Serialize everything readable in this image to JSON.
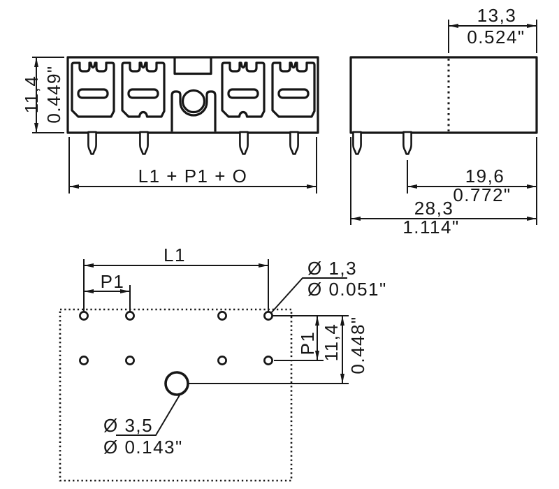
{
  "drawing_title": "connector-dimension-drawing",
  "colors": {
    "ink": "#161616",
    "background": "#ffffff"
  },
  "front_view": {
    "height_mm": "11,4",
    "height_in": "0.449\"",
    "width_formula": "L1 + P1 + O"
  },
  "side_view": {
    "edge_offset_mm": "13,3",
    "edge_offset_in": "0.524\"",
    "pin_to_edge_mm": "19,6",
    "pin_to_edge_in": "0.772\"",
    "depth_mm": "28,3",
    "depth_in": "1.114\""
  },
  "drill_plan": {
    "l1_label": "L1",
    "p1_label": "P1",
    "p1_vertical_label": "P1",
    "row_offset_mm": "11,4",
    "row_offset_in": "0.448\"",
    "pin_hole_dia_mm": "Ø 1,3",
    "pin_hole_dia_in": "Ø 0.051\"",
    "center_hole_dia_mm": "Ø 3,5",
    "center_hole_dia_in": "Ø 0.143\""
  }
}
